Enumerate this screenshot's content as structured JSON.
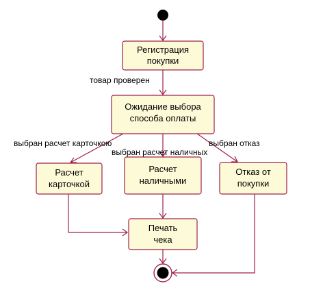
{
  "diagram": {
    "type": "uml-activity",
    "accent_color": "#a0204a",
    "state_fill": "#fdfbd7",
    "initial_node": "initial-dot",
    "final_node": "final-bullseye",
    "states": {
      "registration": [
        "Регистрация",
        "покупки"
      ],
      "waiting": [
        "Ожидание выбора",
        "способа оплаты"
      ],
      "card": [
        "Расчет",
        "карточкой"
      ],
      "cash": [
        "Расчет",
        "наличными"
      ],
      "refusal": [
        "Отказ от",
        "покупки"
      ],
      "receipt": [
        "Печать",
        "чека"
      ]
    },
    "transitions": {
      "checked": "товар проверен",
      "card_chosen": "выбран расчет карточкою",
      "cash_chosen": "выбран расчет наличных",
      "refusal_chosen": "выбран отказ"
    }
  }
}
